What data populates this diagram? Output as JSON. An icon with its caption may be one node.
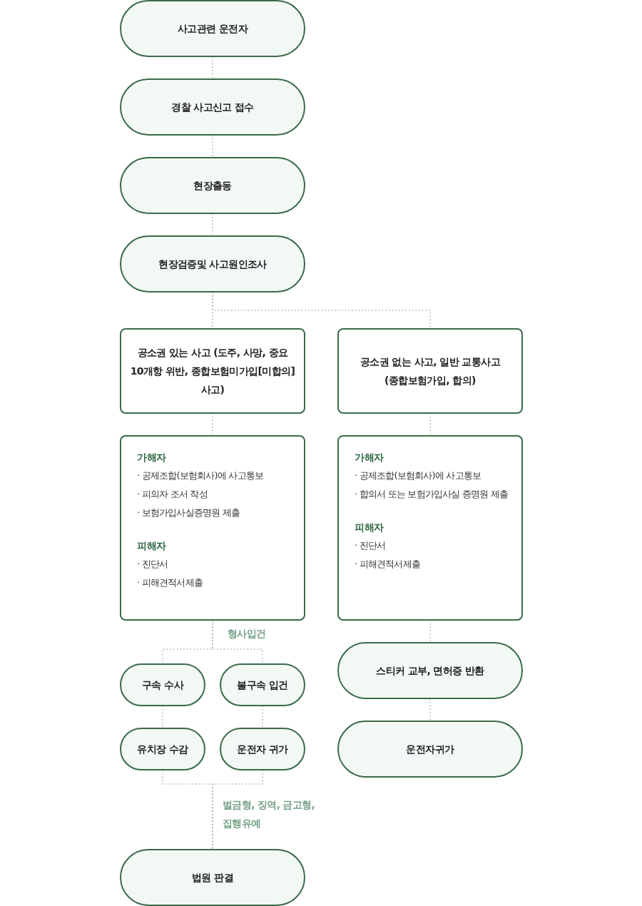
{
  "diagram": {
    "nodes": [
      {
        "text": [
          "사고관련 운전자"
        ]
      },
      {
        "text": [
          "경찰 사고신고 접수"
        ]
      },
      {
        "text": [
          "현장출동"
        ]
      },
      {
        "text": [
          "현장검증및 사고원인조사"
        ]
      },
      {
        "text": [
          "공소권 있는 사고 (도주, 사망, 중요 10개항 위반, 종합보험미가입[미합의]사고)"
        ]
      },
      {
        "text": [
          "공소권 없는 사고, 일반 교통사고 (종합보험가입, 합의)"
        ]
      },
      {
        "text": [
          "가해자",
          "· 공제조합(보험회사)에 사고통보",
          "· 피의자 조서 작성",
          "· 보험가입사실증명원 제출",
          "피해자",
          "· 진단서",
          "· 피해견적서제출"
        ]
      },
      {
        "text": [
          "가해자",
          "· 공제조합(보험회사)에 사고통보",
          "· 합의서 또는 보험가입사실 증명원 제출",
          "피해자",
          "· 진단서",
          "· 피해견적서제출"
        ]
      },
      {
        "text": [
          "구속 수사"
        ]
      },
      {
        "text": [
          "불구속 입건"
        ]
      },
      {
        "text": [
          "스티커 교부, 면허증 반환"
        ]
      },
      {
        "text": [
          "유치장 수감"
        ]
      },
      {
        "text": [
          "운전자 귀가"
        ]
      },
      {
        "text": [
          "운전자귀가"
        ]
      },
      {
        "text": [
          "법원 판결"
        ]
      }
    ],
    "edges": [
      {
        "from": 0,
        "to": 1,
        "arrow": "none"
      },
      {
        "from": 1,
        "to": 2,
        "arrow": "none"
      },
      {
        "from": 2,
        "to": 3,
        "arrow": "none"
      },
      {
        "from": 3,
        "to": 4,
        "arrow": "none"
      },
      {
        "from": 3,
        "to": 5,
        "arrow": "none"
      },
      {
        "from": 4,
        "to": 6,
        "arrow": "none"
      },
      {
        "from": 5,
        "to": 7,
        "arrow": "none"
      },
      {
        "from": 6,
        "to": 8,
        "arrow": "none",
        "label": "형사입건"
      },
      {
        "from": 6,
        "to": 9,
        "arrow": "none"
      },
      {
        "from": 7,
        "to": 10,
        "arrow": "none"
      },
      {
        "from": 8,
        "to": 11,
        "arrow": "none"
      },
      {
        "from": 9,
        "to": 12,
        "arrow": "none"
      },
      {
        "from": 10,
        "to": 13,
        "arrow": "none"
      },
      {
        "from": 11,
        "to": 14,
        "arrow": "none",
        "label": "벌금형, 징역, 금고형, 집행유예"
      },
      {
        "from": 12,
        "to": 14,
        "arrow": "none"
      }
    ]
  }
}
